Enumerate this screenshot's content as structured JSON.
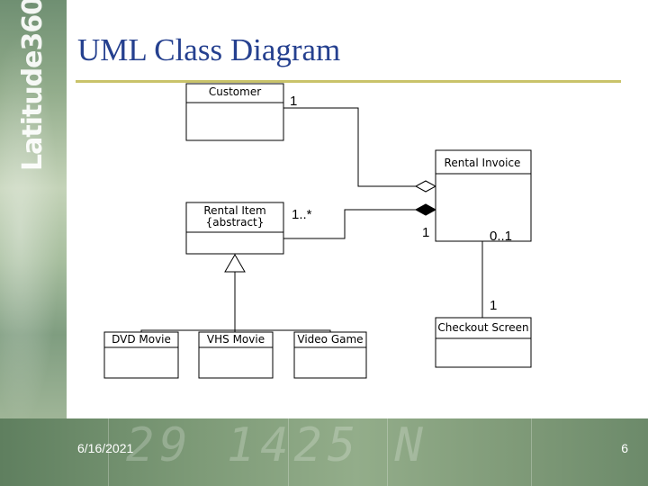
{
  "slide": {
    "title": "UML Class Diagram",
    "brand": "Latitude360",
    "date": "6/16/2021",
    "page_number": "6"
  },
  "classes": [
    {
      "id": "customer",
      "name": "Customer"
    },
    {
      "id": "rental_invoice",
      "name": "Rental Invoice"
    },
    {
      "id": "rental_item",
      "name": "Rental Item",
      "stereotype": "{abstract}"
    },
    {
      "id": "checkout_screen",
      "name": "Checkout Screen"
    },
    {
      "id": "dvd_movie",
      "name": "DVD Movie"
    },
    {
      "id": "vhs_movie",
      "name": "VHS Movie"
    },
    {
      "id": "video_game",
      "name": "Video Game"
    }
  ],
  "multiplicities": {
    "customer_invoice": "1",
    "item_invoice_item_end": "1..*",
    "item_invoice_invoice_end": "1",
    "invoice_checkout_invoice_end": "0..1",
    "invoice_checkout_checkout_end": "1"
  },
  "relationships": [
    {
      "from": "customer",
      "to": "rental_invoice",
      "kind": "aggregation"
    },
    {
      "from": "rental_item",
      "to": "rental_invoice",
      "kind": "composition"
    },
    {
      "from": "rental_invoice",
      "to": "checkout_screen",
      "kind": "association"
    },
    {
      "from": "dvd_movie",
      "to": "rental_item",
      "kind": "generalization"
    },
    {
      "from": "vhs_movie",
      "to": "rental_item",
      "kind": "generalization"
    },
    {
      "from": "video_game",
      "to": "rental_item",
      "kind": "generalization"
    }
  ],
  "colors": {
    "title": "#25408f",
    "rule": "#c9c36a",
    "footer_text": "#ffffff"
  }
}
